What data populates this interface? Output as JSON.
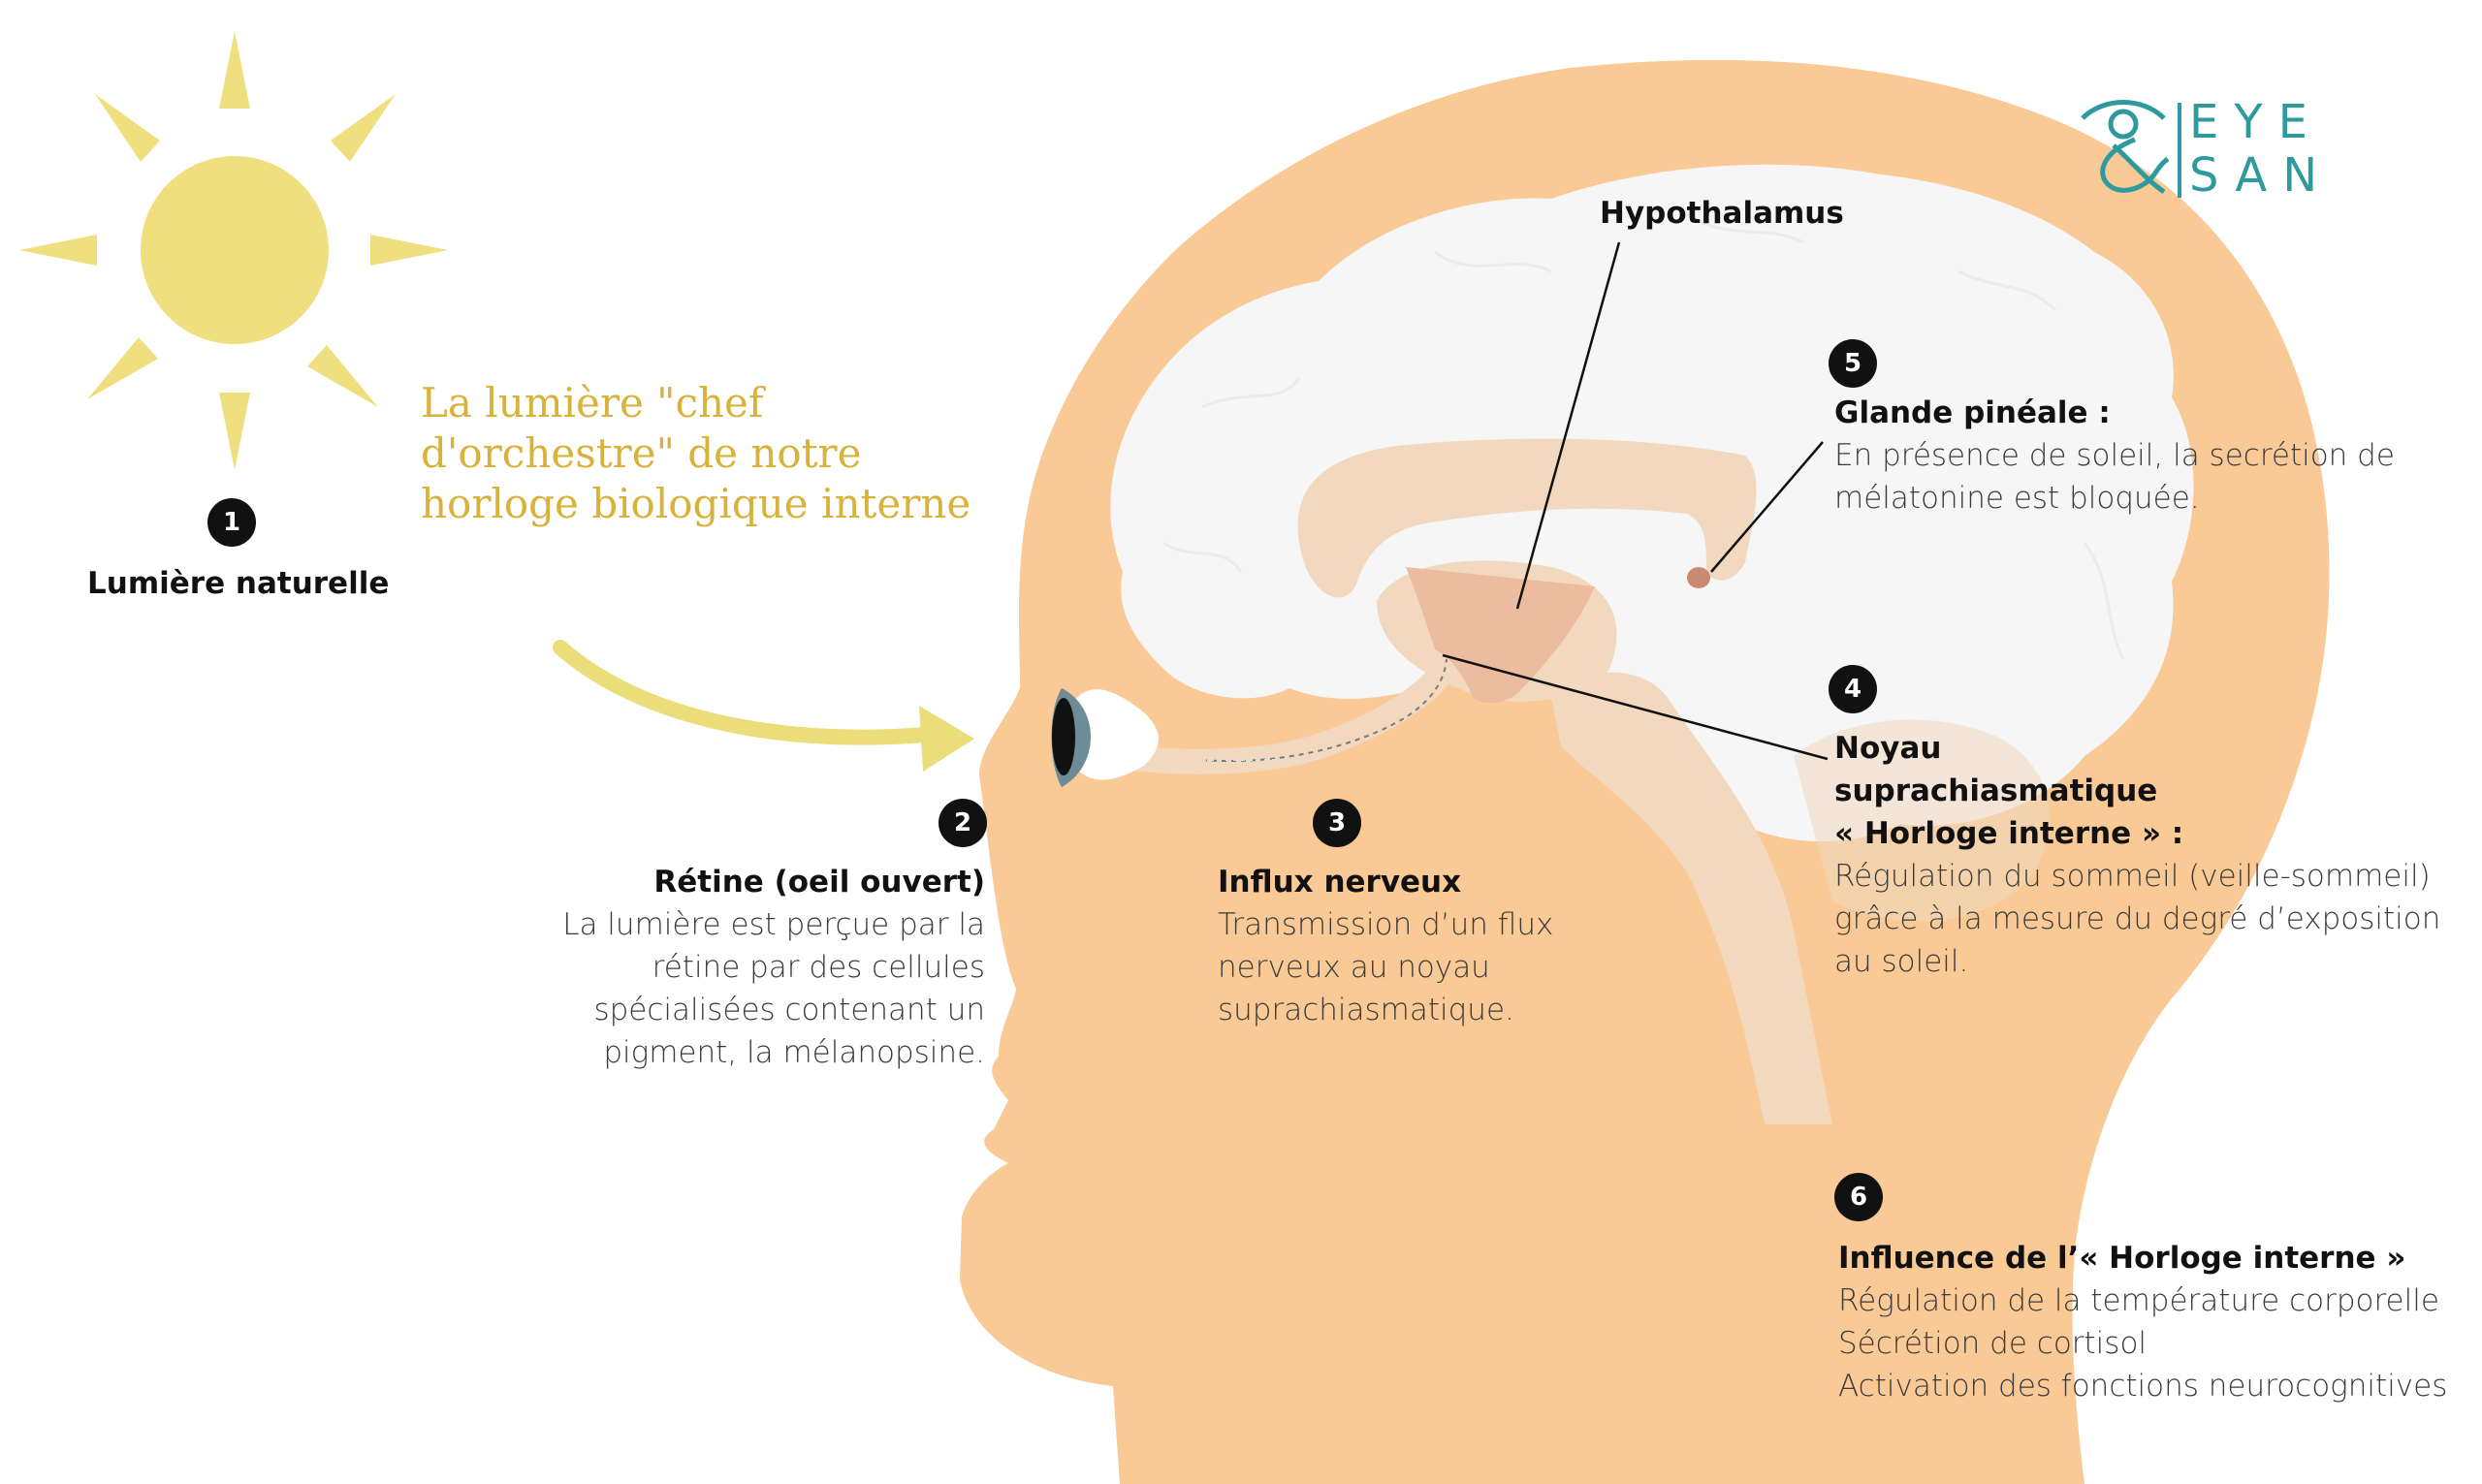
{
  "tagline": "La lumière \"chef d'orchestre\" de notre horloge biologique interne",
  "logo": {
    "line1": "EYE",
    "line2": "SAN",
    "color": "#2f9a9e"
  },
  "colors": {
    "skin": "#f9c996",
    "brain": "#f6f6f6",
    "inner": "#f1d8bf",
    "sun": "#f0df7e",
    "arrow": "#eadd7a",
    "gland": "#c98a70",
    "badge": "#111111"
  },
  "labels": {
    "hypothalamus": "Hypothalamus"
  },
  "steps": [
    {
      "number": "1",
      "title": "Lumière naturelle",
      "lines": []
    },
    {
      "number": "2",
      "title": "Rétine (oeil ouvert)",
      "lines": [
        "La lumière est perçue par la",
        "rétine par des cellules",
        "spécialisées contenant un",
        "pigment, la mélanopsine."
      ]
    },
    {
      "number": "3",
      "title": "Influx nerveux",
      "lines": [
        "Transmission d’un flux",
        "nerveux au noyau",
        "suprachiasmatique."
      ]
    },
    {
      "number": "4",
      "title_lines": [
        "Noyau",
        "suprachiasmatique",
        "« Horloge interne » :"
      ],
      "lines": [
        "Régulation du sommeil (veille-sommeil)",
        "grâce à la mesure du degré d’exposition",
        "au soleil."
      ]
    },
    {
      "number": "5",
      "title": "Glande pinéale :",
      "lines": [
        "En présence de soleil, la secrétion de",
        "mélatonine est bloquée."
      ]
    },
    {
      "number": "6",
      "title": "Influence de l’« Horloge interne »",
      "lines": [
        "Régulation de la température corporelle",
        "Sécrétion de cortisol",
        "Activation des fonctions neurocognitives"
      ]
    }
  ]
}
